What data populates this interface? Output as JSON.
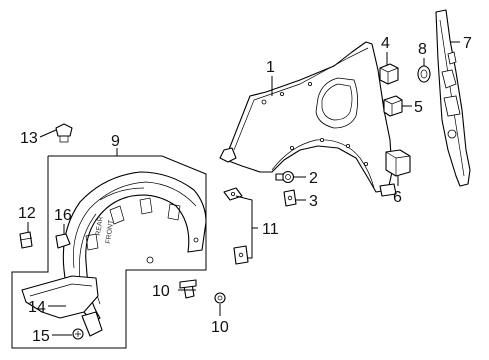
{
  "callouts": {
    "c1": "1",
    "c2": "2",
    "c3": "3",
    "c4": "4",
    "c5": "5",
    "c6": "6",
    "c7": "7",
    "c8": "8",
    "c9": "9",
    "c10a": "10",
    "c10b": "10",
    "c11": "11",
    "c12": "12",
    "c13": "13",
    "c14": "14",
    "c15": "15",
    "c16": "16"
  },
  "liner_markings": [
    "REAR",
    "FRONT"
  ]
}
